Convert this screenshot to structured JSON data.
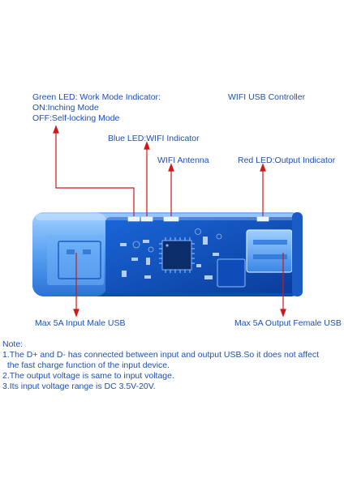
{
  "labels": {
    "green_led_title": "Green LED: Work Mode Indicator:",
    "green_led_on": "ON:Inching Mode",
    "green_led_off": "OFF:Self-locking Mode",
    "wifi_usb_controller": "WIFI USB Controller",
    "blue_led": "Blue LED:WIFI Indicator",
    "wifi_antenna": "WIFI Antenna",
    "red_led": "Red LED:Output Indicator",
    "input_usb": "Max 5A Input Male USB",
    "output_usb": "Max 5A Output Female USB"
  },
  "notes": {
    "title": "Note:",
    "line1": "1.The D+ and  D- has connected between input and output USB.So it does not affect",
    "line1_cont": "  the fast charge function of the input device.",
    "line2": "2.The output voltage is same to input voltage.",
    "line3": "3.Its input voltage range is DC 3.5V-20V."
  },
  "colors": {
    "text": "#1e4fb0",
    "callout_line": "#d01818",
    "device_body": "#2f7ee0",
    "device_dark": "#0d3f9c",
    "device_light": "#8cc3ff"
  }
}
